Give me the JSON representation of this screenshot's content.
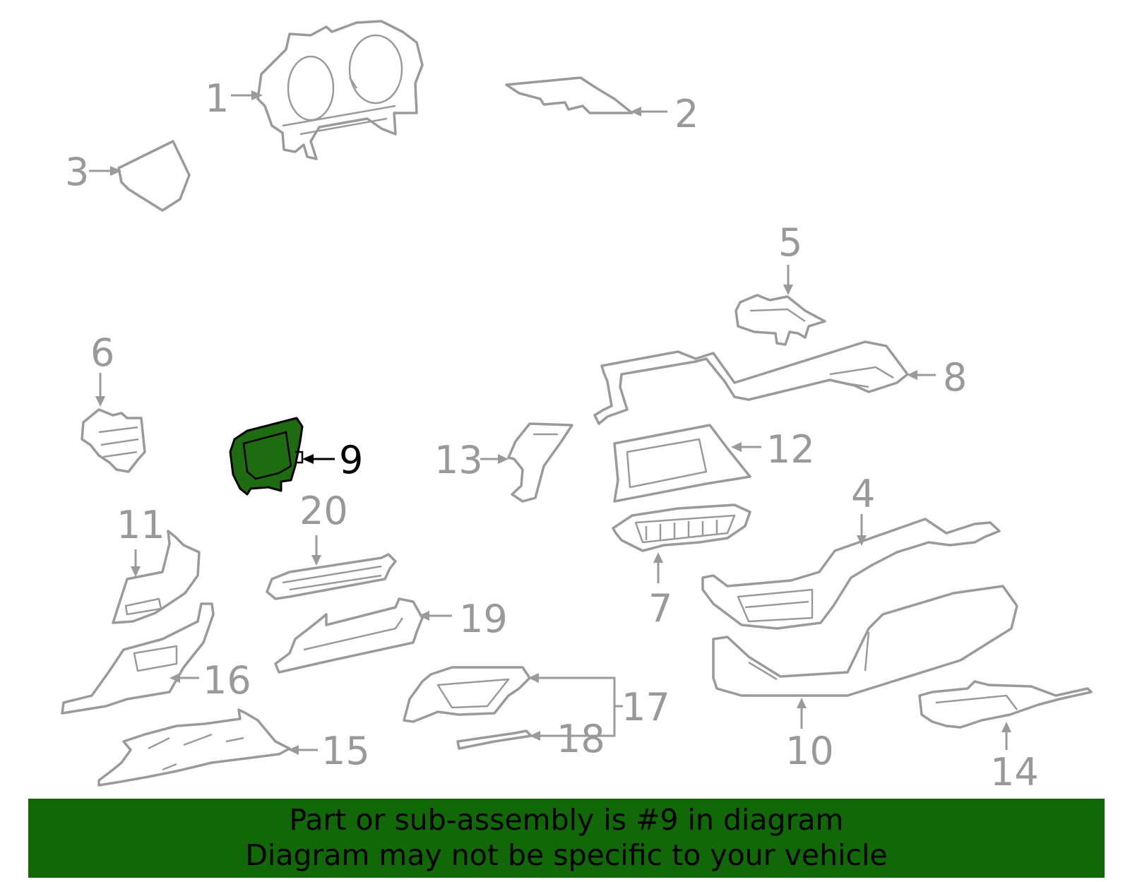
{
  "callouts": [
    {
      "id": "1",
      "label": "1"
    },
    {
      "id": "2",
      "label": "2"
    },
    {
      "id": "3",
      "label": "3"
    },
    {
      "id": "4",
      "label": "4"
    },
    {
      "id": "5",
      "label": "5"
    },
    {
      "id": "6",
      "label": "6"
    },
    {
      "id": "7",
      "label": "7"
    },
    {
      "id": "8",
      "label": "8"
    },
    {
      "id": "9",
      "label": "9",
      "highlighted": true
    },
    {
      "id": "10",
      "label": "10"
    },
    {
      "id": "11",
      "label": "11"
    },
    {
      "id": "12",
      "label": "12"
    },
    {
      "id": "13",
      "label": "13"
    },
    {
      "id": "14",
      "label": "14"
    },
    {
      "id": "15",
      "label": "15"
    },
    {
      "id": "16",
      "label": "16"
    },
    {
      "id": "17",
      "label": "17"
    },
    {
      "id": "18",
      "label": "18"
    },
    {
      "id": "19",
      "label": "19"
    },
    {
      "id": "20",
      "label": "20"
    }
  ],
  "banner": {
    "line1": "Part or sub-assembly is #9 in diagram",
    "line2": "Diagram may not be specific to your vehicle"
  },
  "colors": {
    "highlight_fill": "#1e6b12",
    "banner_bg": "#126808",
    "part_stroke": "#9a9a9a",
    "label_gray": "#999999"
  }
}
